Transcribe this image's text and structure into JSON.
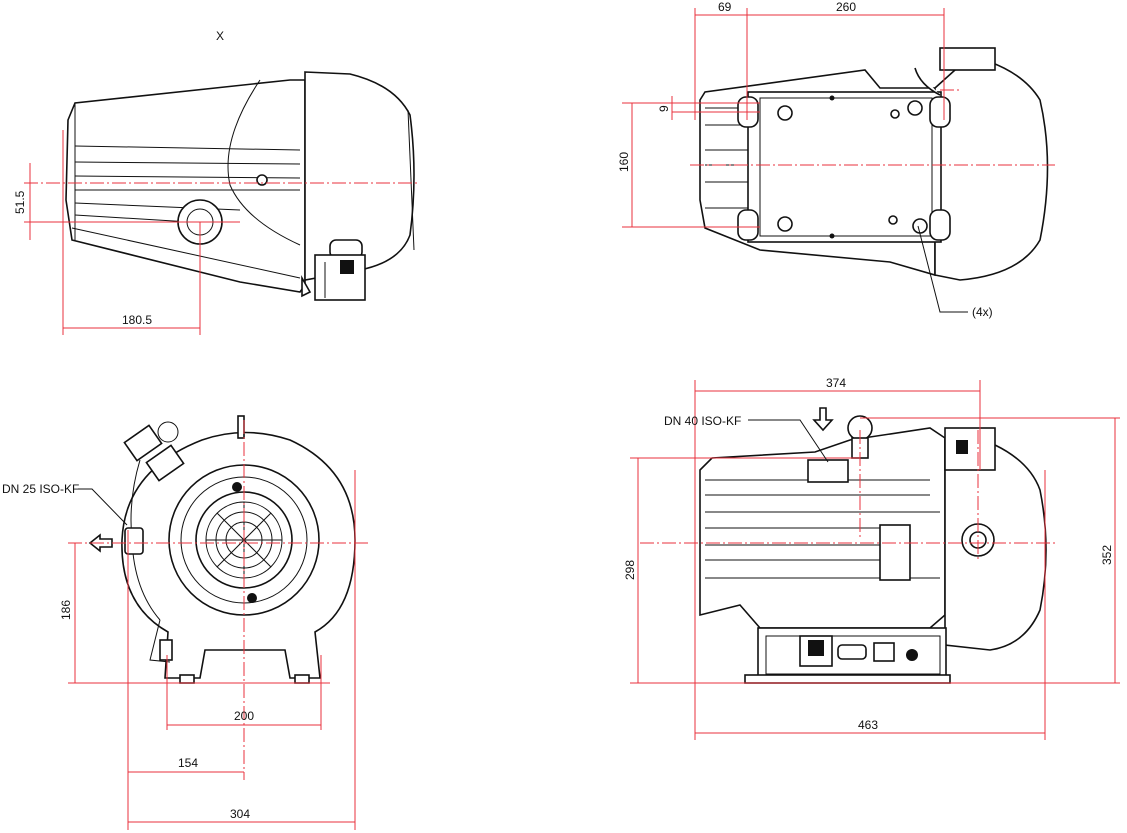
{
  "view_label": "X",
  "dimensions": {
    "top_left": {
      "height": "51.5",
      "length": "180.5"
    },
    "top_right": {
      "offset": "69",
      "span": "260",
      "slot": "9",
      "pitch": "160",
      "count": "(4x)"
    },
    "bottom_left": {
      "port": "DN 25 ISO-KF",
      "height": "186",
      "foot_width": "200",
      "center": "154",
      "width": "304"
    },
    "bottom_right": {
      "port": "DN 40 ISO-KF",
      "top": "374",
      "height_body": "298",
      "height_total": "352",
      "length": "463"
    }
  },
  "colors": {
    "dimension": "#e8323c",
    "outline": "#111111"
  }
}
